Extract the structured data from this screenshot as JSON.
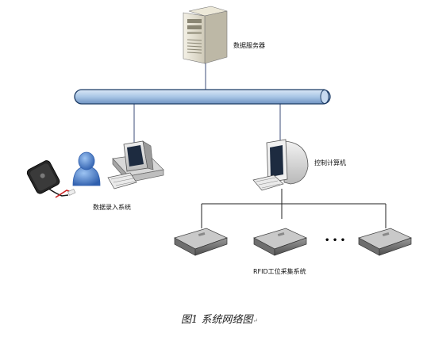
{
  "nodes": {
    "server_label": "数据服务器",
    "entry_label": "数据录入系统",
    "control_label": "控制计算机",
    "rfid_label": "RFID工位采集系统",
    "ellipsis": "• • •"
  },
  "caption": {
    "text": "图1  系统网络图",
    "mark": "↵"
  },
  "colors": {
    "bus_fill": "#a9c6e6",
    "bus_stroke": "#1f3d66",
    "link_line": "#3c4c7a",
    "tree_line": "#222222",
    "user_blue": "#3f78c9"
  },
  "icons": [
    "server-tower-icon",
    "desktop-computer-icon",
    "user-icon",
    "rfid-reader-handheld-icon",
    "workstation-computer-icon",
    "rfid-reader-device-icon"
  ]
}
